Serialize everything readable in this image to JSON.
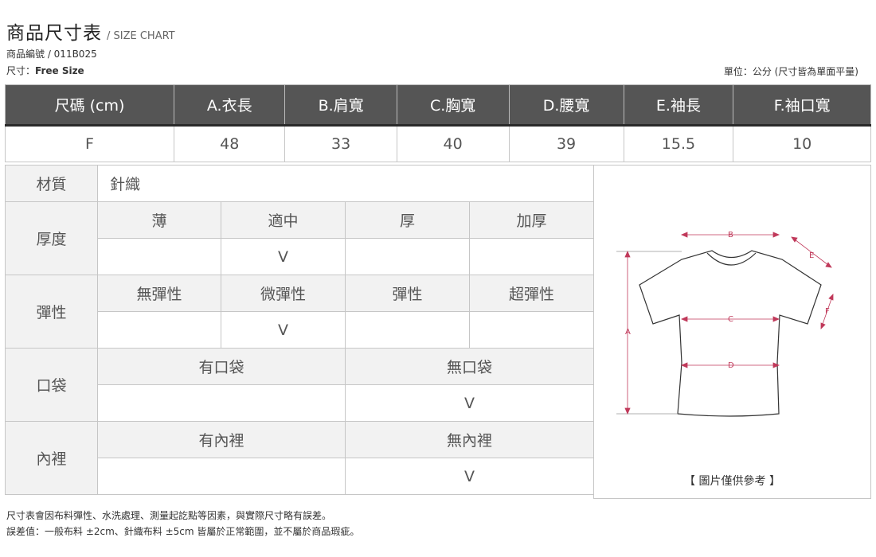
{
  "header": {
    "title": "商品尺寸表",
    "subtitle": "/ SIZE CHART",
    "product_no": "商品編號  /  011B025",
    "size_prefix": "尺寸：",
    "size_value": "Free Size",
    "unit_note": "單位：公分 (尺寸皆為單面平量)"
  },
  "size_table": {
    "headers": [
      "尺碼 (cm)",
      "A.衣長",
      "B.肩寬",
      "C.胸寬",
      "D.腰寬",
      "E.袖長",
      "F.袖口寬"
    ],
    "row": [
      "F",
      "48",
      "33",
      "40",
      "39",
      "15.5",
      "10"
    ]
  },
  "details": {
    "material_label": "材質",
    "material_value": "針織",
    "thickness_label": "厚度",
    "thickness_options": [
      "薄",
      "適中",
      "厚",
      "加厚"
    ],
    "thickness_marks": [
      "",
      "V",
      "",
      ""
    ],
    "elasticity_label": "彈性",
    "elasticity_options": [
      "無彈性",
      "微彈性",
      "彈性",
      "超彈性"
    ],
    "elasticity_marks": [
      "",
      "V",
      "",
      ""
    ],
    "pocket_label": "口袋",
    "pocket_options": [
      "有口袋",
      "無口袋"
    ],
    "pocket_marks": [
      "",
      "V"
    ],
    "lining_label": "內裡",
    "lining_options": [
      "有內裡",
      "無內裡"
    ],
    "lining_marks": [
      "",
      "V"
    ]
  },
  "diagram": {
    "labels": {
      "a": "A",
      "b": "B",
      "c": "C",
      "d": "D",
      "e": "E",
      "f": "F"
    },
    "caption": "【 圖片僅供參考 】",
    "measure_color": "#c0395a"
  },
  "notes": [
    "尺寸表會因布料彈性、水洗處理、測量起訖點等因素，與實際尺寸略有誤差。",
    "誤差值：一般布料 ±2cm、針織布料 ±5cm 皆屬於正常範圍，並不屬於商品瑕疵。"
  ]
}
